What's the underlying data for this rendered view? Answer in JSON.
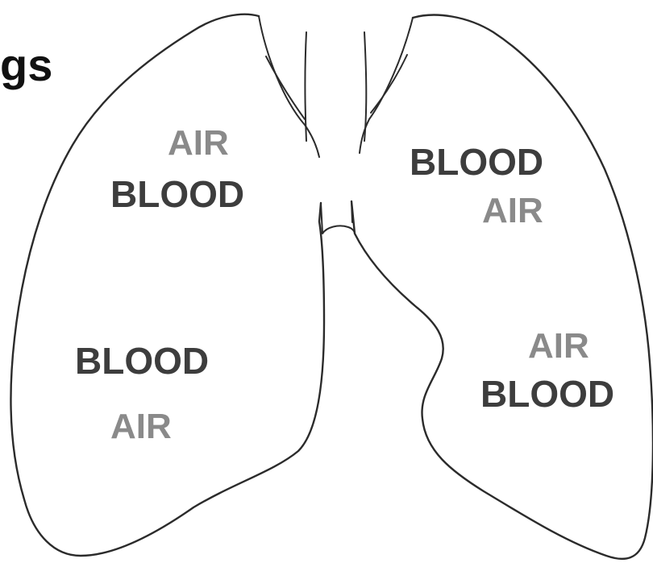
{
  "title": "gs",
  "right_lung_labels": {
    "upper_top": "AIR",
    "upper_bottom": "BLOOD",
    "lower_top": "BLOOD",
    "lower_bottom": "AIR"
  },
  "left_lung_labels": {
    "upper_top": "BLOOD",
    "upper_bottom": "AIR",
    "lower_top": "AIR",
    "lower_bottom": "BLOOD"
  },
  "colors": {
    "air": "#8a8a8a",
    "blood": "#3d3d3d",
    "outline": "#2b2b2b"
  }
}
